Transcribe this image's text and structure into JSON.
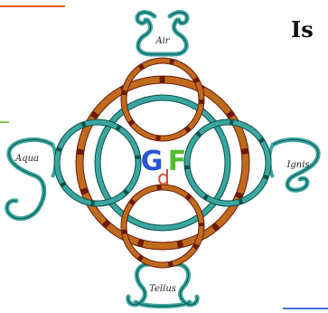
{
  "heading": "Is",
  "logo": {
    "g": "G",
    "d": "d",
    "f": "F"
  },
  "elements": {
    "air": "Air",
    "aqua": "Aqua",
    "ignis": "Ignis",
    "tellus": "Tellus"
  },
  "colors": {
    "brown": "#c06a1e",
    "brown_dark": "#6b1a08",
    "teal": "#3aa6a0",
    "teal_dark": "#0d4f4a",
    "logo_g": "#2a54d6",
    "logo_d": "#e0452a",
    "logo_f": "#4fbf2f"
  }
}
